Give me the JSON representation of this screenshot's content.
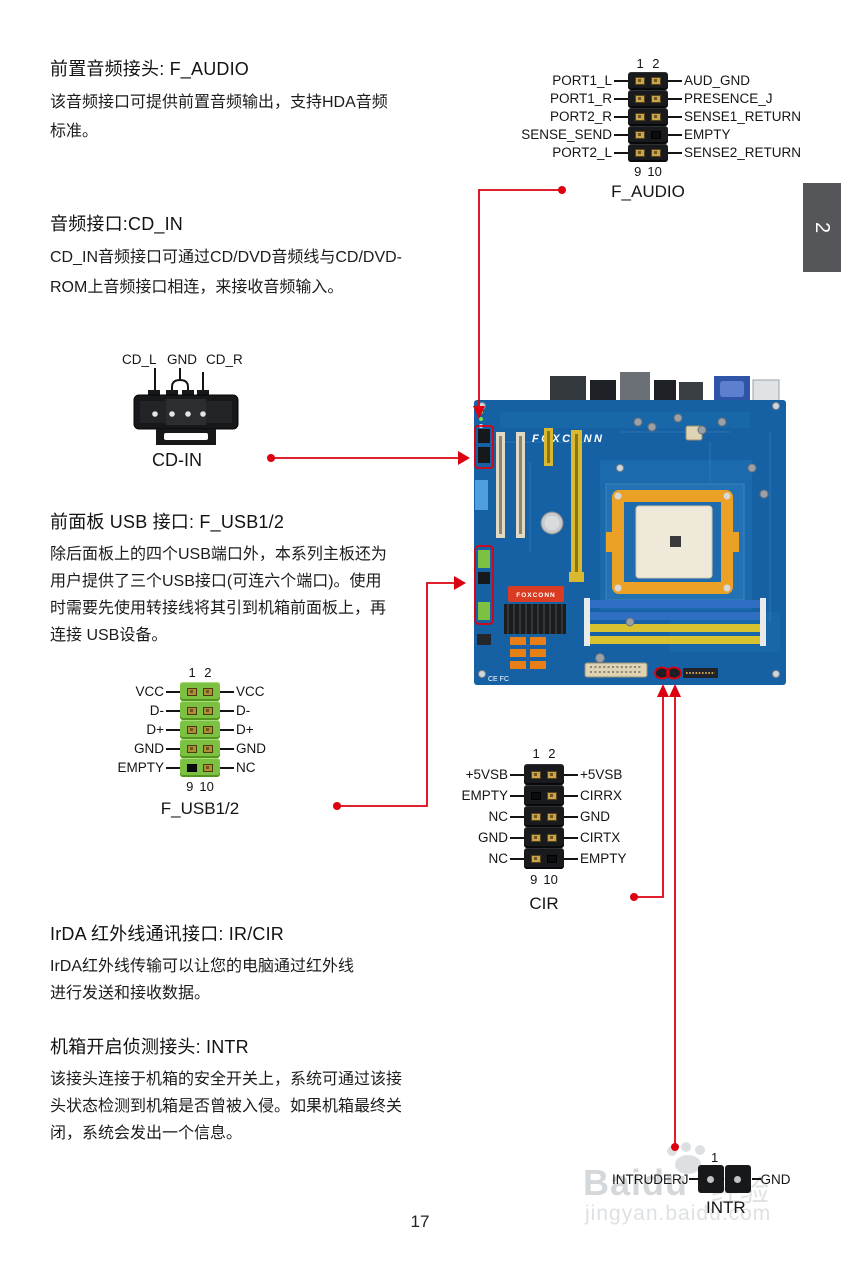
{
  "page_number": "17",
  "chapter_tab": "2",
  "sections": [
    {
      "title": "前置音频接头: F_AUDIO",
      "lines": [
        "该音频接口可提供前置音频输出，支持HDA音频",
        "标准。"
      ]
    },
    {
      "title": "音频接口:CD_IN",
      "lines": [
        "CD_IN音频接口可通过CD/DVD音频线与CD/DVD-",
        "ROM上音频接口相连，来接收音频输入。"
      ]
    },
    {
      "title": "前面板 USB 接口: F_USB1/2",
      "lines": [
        "除后面板上的四个USB端口外，本系列主板还为",
        "用户提供了三个USB接口(可连六个端口)。使用",
        "时需要先使用转接线将其引到机箱前面板上，再",
        "连接 USB设备。"
      ]
    },
    {
      "title": "IrDA  红外线通讯接口: IR/CIR",
      "lines": [
        "IrDA红外线传输可以让您的电脑通过红外线",
        "进行发送和接收数据。"
      ]
    },
    {
      "title": "机箱开启侦测接头: INTR",
      "lines": [
        "该接头连接于机箱的安全开关上，系统可通过该接",
        "头状态检测到机箱是否曾被入侵。如果机箱最终关",
        "闭，系统会发出一个信息。"
      ]
    }
  ],
  "connectors": {
    "f_audio": {
      "title": "F_AUDIO",
      "pins": {
        "top": [
          "1",
          "2"
        ],
        "bottom": [
          "9",
          "10"
        ]
      },
      "rows": [
        {
          "left": "PORT1_L",
          "right": "AUD_GND"
        },
        {
          "left": "PORT1_R",
          "right": "PRESENCE_J"
        },
        {
          "left": "PORT2_R",
          "right": "SENSE1_RETURN"
        },
        {
          "left": "SENSE_SEND",
          "right": "EMPTY"
        },
        {
          "left": "PORT2_L",
          "right": "SENSE2_RETURN"
        }
      ]
    },
    "f_usb": {
      "title": "F_USB1/2",
      "pins": {
        "top": [
          "1",
          "2"
        ],
        "bottom": [
          "9",
          "10"
        ]
      },
      "rows": [
        {
          "left": "VCC",
          "right": "VCC"
        },
        {
          "left": "D-",
          "right": "D-"
        },
        {
          "left": "D+",
          "right": "D+"
        },
        {
          "left": "GND",
          "right": "GND"
        },
        {
          "left": "EMPTY",
          "right": "NC"
        }
      ]
    },
    "cir": {
      "title": "CIR",
      "pins": {
        "top": [
          "1",
          "2"
        ],
        "bottom": [
          "9",
          "10"
        ]
      },
      "rows": [
        {
          "left": "+5VSB",
          "right": "+5VSB"
        },
        {
          "left": "EMPTY",
          "right": "CIRRX"
        },
        {
          "left": "NC",
          "right": "GND"
        },
        {
          "left": "GND",
          "right": "CIRTX"
        },
        {
          "left": "NC",
          "right": "EMPTY"
        }
      ]
    },
    "cd_in": {
      "title": "CD-IN",
      "labels": [
        "CD_L",
        "GND",
        "CD_R"
      ]
    },
    "intr": {
      "title": "INTR",
      "pin1": "1",
      "left": "INTRUDERJ",
      "right": "GND"
    }
  },
  "board": {
    "logo": "FOXCONN",
    "heatsink_logo": "FOXCONN",
    "cert_marks": "CE FC"
  },
  "watermark": {
    "brand": "Baidu",
    "brand_suffix": "经验",
    "url": "jingyan.baidu.com"
  },
  "colors": {
    "accent_red": "#dd0010",
    "pcb_blue": "#1661a3",
    "tab_gray": "#54565a"
  }
}
